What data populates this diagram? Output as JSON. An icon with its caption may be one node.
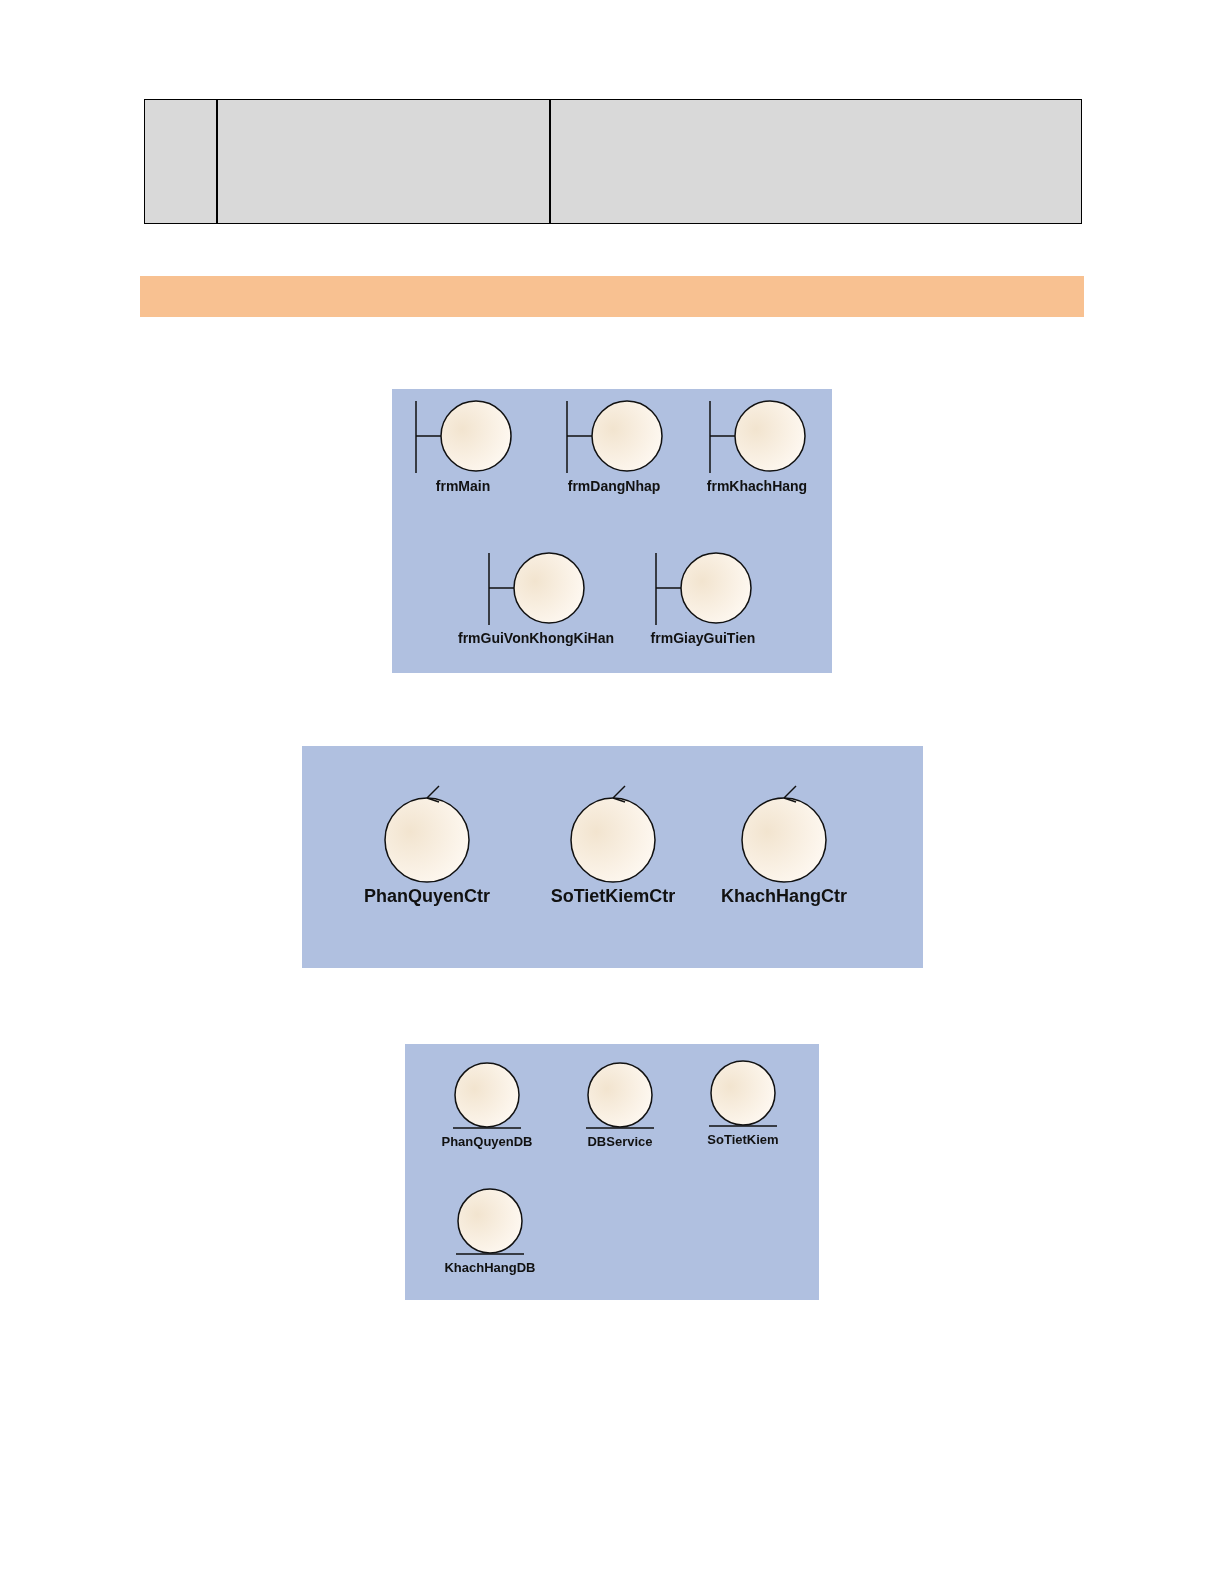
{
  "diagram": {
    "nodes": [
      {
        "text": [],
        "shape": "bar"
      },
      {
        "text": [],
        "shape": "box"
      },
      {
        "text": [
          "frmMain"
        ],
        "in": 1
      },
      {
        "text": [
          "frmDangNhap"
        ],
        "in": 1
      },
      {
        "text": [
          "frmKhachHang"
        ],
        "in": 1
      },
      {
        "text": [
          "frmGuiVonKhongKiHan"
        ],
        "in": 1
      },
      {
        "text": [
          "frmGiayGuiTien"
        ],
        "in": 1
      },
      {
        "text": [],
        "shape": "box"
      },
      {
        "text": [
          "PhanQuyenCtr"
        ],
        "in": 7
      },
      {
        "text": [
          "SoTietKiemCtr"
        ],
        "in": 7
      },
      {
        "text": [
          "KhachHangCtr"
        ],
        "in": 7
      },
      {
        "text": [],
        "shape": "box"
      },
      {
        "text": [
          "PhanQuyenDB"
        ],
        "in": 11
      },
      {
        "text": [
          "DBService"
        ],
        "in": 11
      },
      {
        "text": [
          "SoTietKiem"
        ],
        "in": 11
      },
      {
        "text": [
          "KhachHangDB"
        ],
        "in": 11
      }
    ]
  }
}
